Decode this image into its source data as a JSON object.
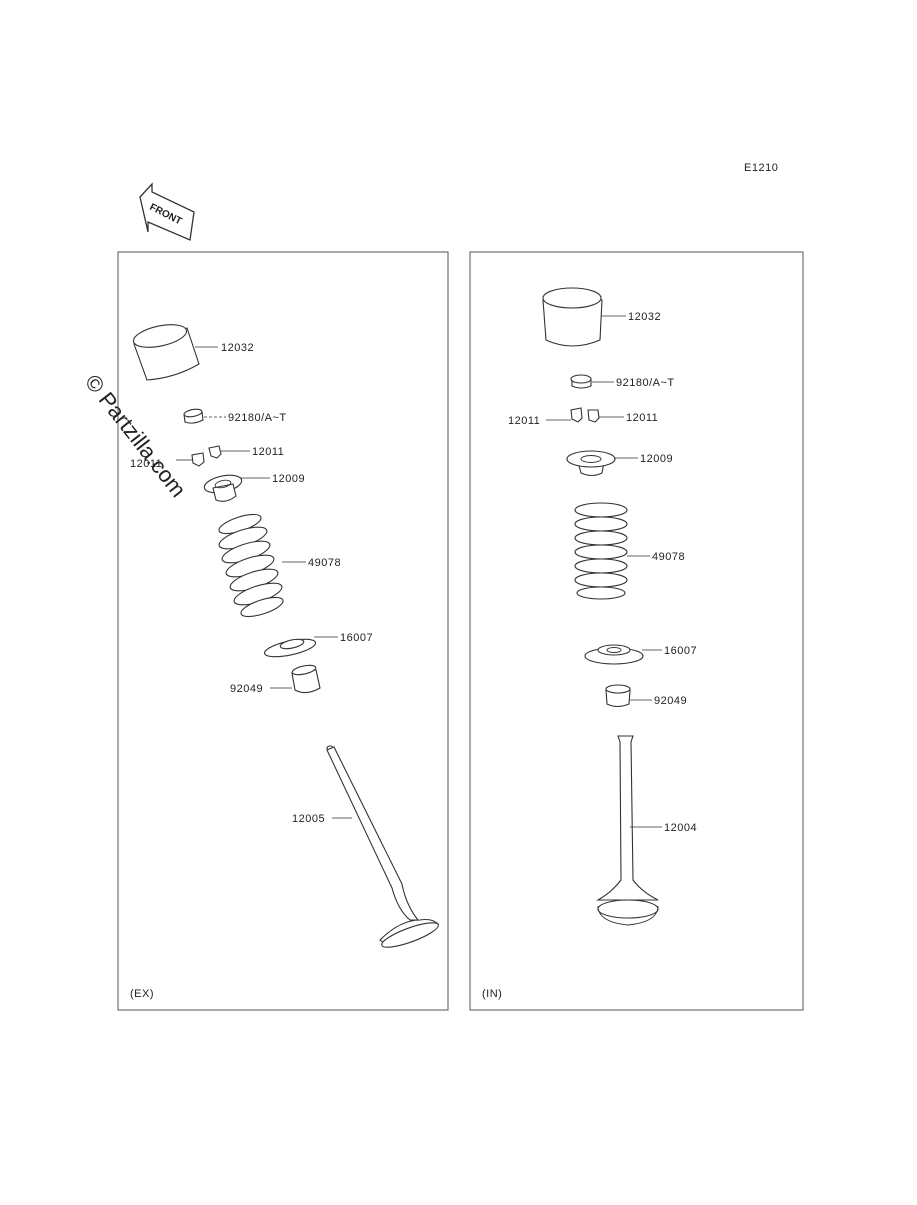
{
  "diagram_code": "E1210",
  "front_arrow_label": "FRONT",
  "watermark": "© Partzilla.com",
  "panels": {
    "ex": {
      "label": "(EX)",
      "parts": {
        "lifter": "12032",
        "shim": "92180/A~T",
        "cotter_right": "12011",
        "cotter_left": "12011",
        "retainer": "12009",
        "spring": "49078",
        "spring_seat": "16007",
        "stem_seal": "92049",
        "valve": "12005"
      }
    },
    "in": {
      "label": "(IN)",
      "parts": {
        "lifter": "12032",
        "shim": "92180/A~T",
        "cotter_left": "12011",
        "cotter_right": "12011",
        "retainer": "12009",
        "spring": "49078",
        "spring_seat": "16007",
        "stem_seal": "92049",
        "valve": "12004"
      }
    }
  }
}
